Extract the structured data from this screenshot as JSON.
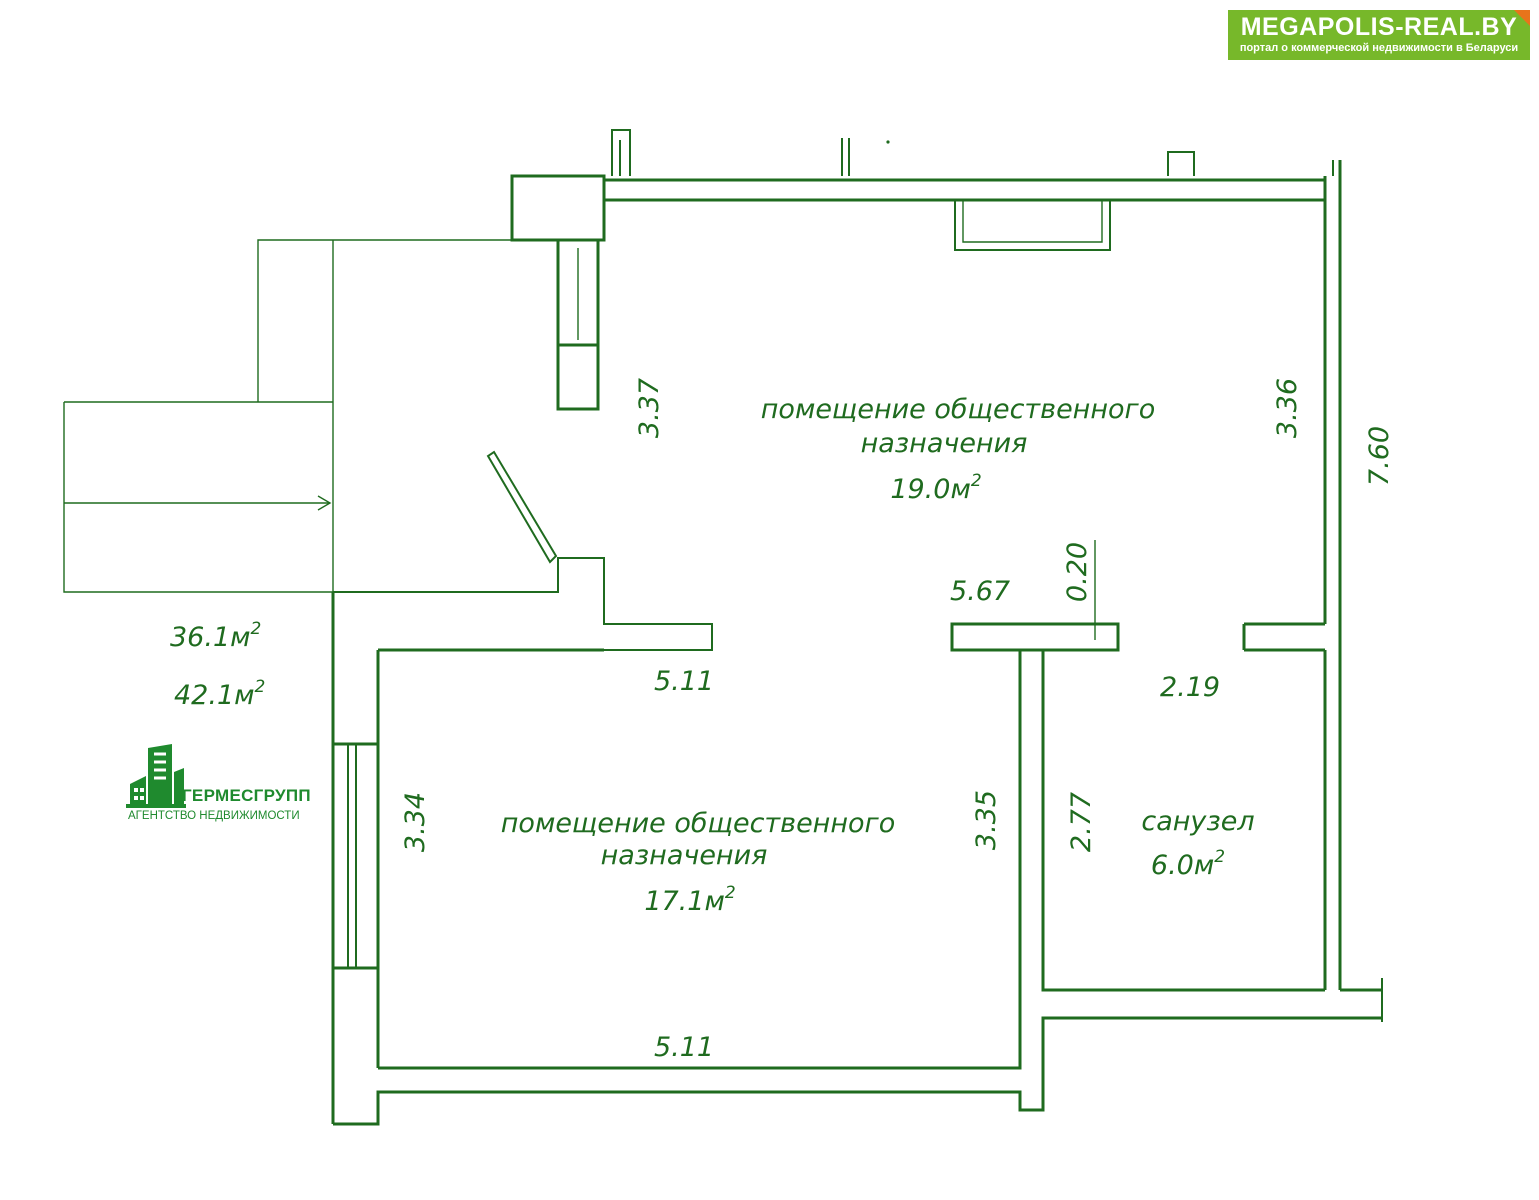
{
  "banner": {
    "title": "MEGAPOLIS-REAL.BY",
    "subtitle": "портал о коммерческой недвижимости в Беларуси",
    "bg_color": "#77b82a",
    "corner_color": "#e8741b"
  },
  "agency": {
    "name": "ГЕРМЕСГРУПП",
    "subtitle": "АГЕНТСТВО НЕДВИЖИМОСТИ",
    "color": "#1f8a2e",
    "icon": "building-icon"
  },
  "plan": {
    "ink_color": "#1f6b1f",
    "rooms": [
      {
        "name_line1": "помещение общественного",
        "name_line2": "назначения",
        "area": "19.0м",
        "unit_sup": "2"
      },
      {
        "name_line1": "помещение общественного",
        "name_line2": "назначения",
        "area": "17.1м",
        "unit_sup": "2"
      },
      {
        "name_line1": "санузел",
        "area": "6.0м",
        "unit_sup": "2"
      }
    ],
    "totals": [
      {
        "area": "36.1м",
        "unit_sup": "2"
      },
      {
        "area": "42.1м",
        "unit_sup": "2"
      }
    ],
    "dimensions": {
      "upper_left_height": "3.37",
      "upper_right_height": "3.36",
      "overall_height": "7.60",
      "upper_width": "5.67",
      "wall_thickness": "0.20",
      "lower_top_width": "5.11",
      "bathroom_width": "2.19",
      "lower_left_height": "3.34",
      "lower_right_height": "3.35",
      "bathroom_height": "2.77",
      "lower_bottom_width": "5.11"
    }
  }
}
